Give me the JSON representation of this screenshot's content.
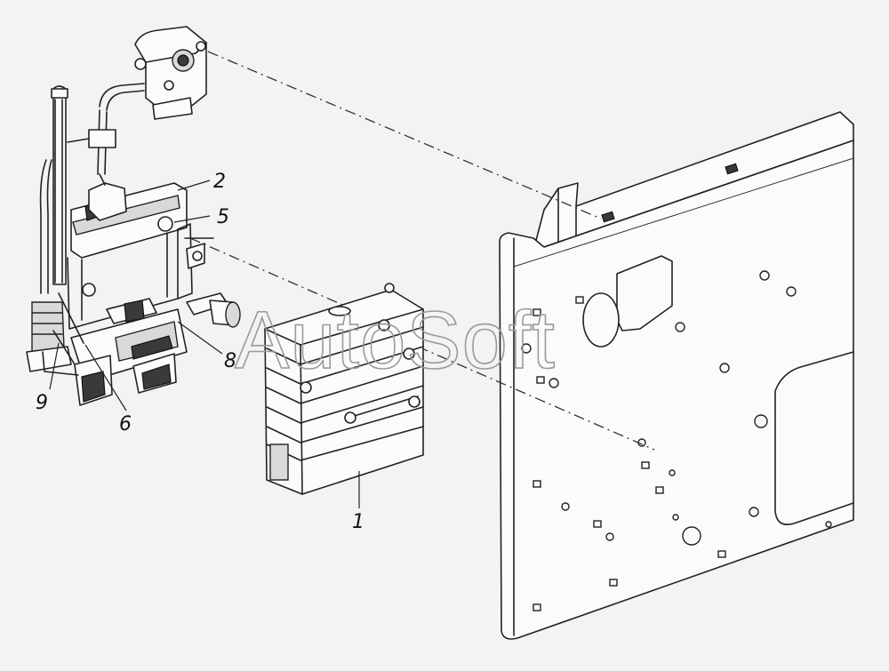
{
  "diagram": {
    "watermark": "AutoSoft",
    "callouts": [
      {
        "id": "2",
        "text": "2"
      },
      {
        "id": "5",
        "text": "5"
      },
      {
        "id": "8",
        "text": "8"
      },
      {
        "id": "9",
        "text": "9"
      },
      {
        "id": "6",
        "text": "6"
      },
      {
        "id": "1",
        "text": "1"
      }
    ]
  }
}
